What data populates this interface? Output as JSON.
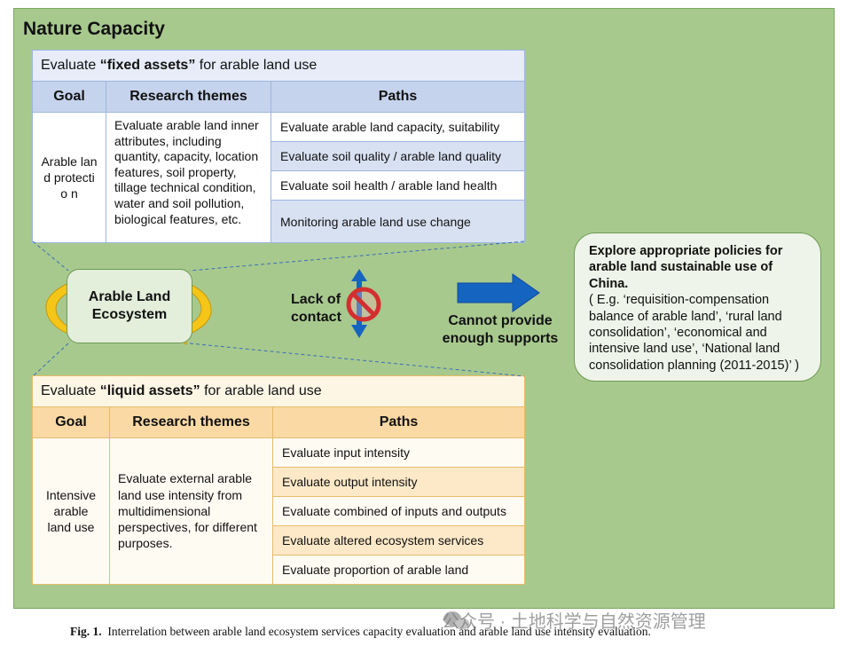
{
  "panel_title": "Nature Capacity",
  "fixed": {
    "title_pre": "Evaluate ",
    "title_bold": "“fixed assets”",
    "title_post": " for arable land use",
    "headers": [
      "Goal",
      "Research themes",
      "Paths"
    ],
    "goal": "Arable land protectio n",
    "themes": "Evaluate arable land inner attributes, including quantity, capacity, location features, soil property, tillage technical condition, water and soil pollution, biological features, etc.",
    "paths": [
      "Evaluate arable land capacity, suitability",
      "Evaluate soil quality / arable land quality",
      "Evaluate soil health / arable land health",
      "Monitoring arable land use change"
    ]
  },
  "liquid": {
    "title_pre": "Evaluate ",
    "title_bold": "“liquid assets”",
    "title_post": " for arable land use",
    "headers": [
      "Goal",
      "Research themes",
      "Paths"
    ],
    "goal": "Intensive arable land use",
    "themes": "Evaluate external arable land use intensity from multidimensional perspectives, for different purposes.",
    "paths": [
      "Evaluate input intensity",
      "Evaluate output intensity",
      "Evaluate combined of inputs and outputs",
      "Evaluate altered ecosystem services",
      "Evaluate proportion of arable land"
    ]
  },
  "ecosystem_label": "Arable Land Ecosystem",
  "lack_of_contact": "Lack of contact",
  "cannot_provide": "Cannot provide enough supports",
  "policy": {
    "heading": "Explore appropriate policies for arable land sustainable use of China.",
    "body": "( E.g. ‘requisition-compensation balance of arable land’, ‘rural land consolidation’, ‘economical and intensive land use’, ‘National land consolidation planning (2011-2015)’ )"
  },
  "caption": {
    "label": "Fig. 1.",
    "text": "Interrelation between arable land ecosystem services capacity evaluation and arable land use intensity evaluation."
  },
  "watermark": "公众号 · 土地科学与自然资源管理",
  "colors": {
    "panel_green": "#a8c98e",
    "fixed_blue": "#c6d3ec",
    "liquid_orange": "#fad9a4",
    "arrow_blue": "#1565c0",
    "cycle_yellow": "#f5c518",
    "prohibit_red": "#d32f2f"
  },
  "icons": [
    "cycle-arrow-icon",
    "up-down-arrow-icon",
    "prohibit-icon",
    "right-arrow-icon",
    "wechat-icon"
  ]
}
